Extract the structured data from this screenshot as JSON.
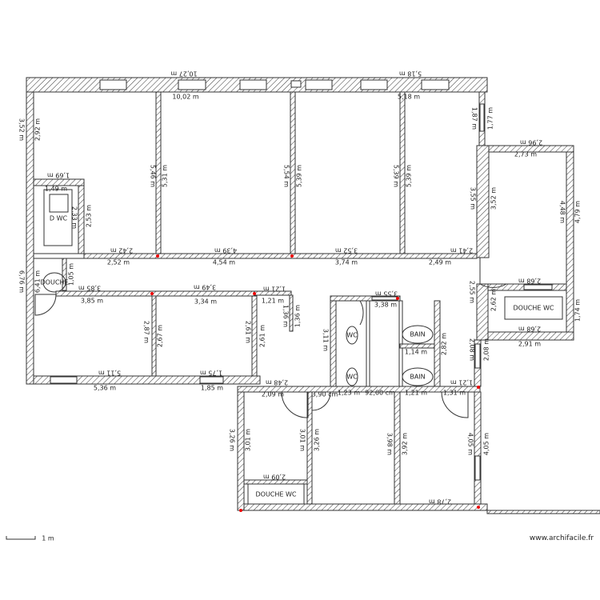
{
  "plan": {
    "dimensions": [
      "10,27 m",
      "10,02 m",
      "5,18 m",
      "5,18 m",
      "3,52 m",
      "2,92 m",
      "1,69 m",
      "1,49 m",
      "2,33 m",
      "2,53 m",
      "D WC",
      "5,46 m",
      "5,31 m",
      "5,54 m",
      "5,39 m",
      "5,39 m",
      "5,39 m",
      "2,42 m",
      "2,52 m",
      "4,39 m",
      "4,54 m",
      "3,52 m",
      "3,74 m",
      "2,41 m",
      "2,49 m",
      "1,87 m",
      "1,77 m",
      "3,55 m",
      "3,52 m",
      "2,96 m",
      "2,73 m",
      "4,48 m",
      "4,79 m",
      "6,76 m",
      "6,41 m",
      "DOUCHE",
      "1,05 m",
      "3,85 m",
      "3,85 m",
      "3,49 m",
      "3,34 m",
      "1,21 m",
      "1,21 m",
      "1,36 m",
      "1,36 m",
      "2,87 m",
      "2,67 m",
      "2,61 m",
      "2,61 m",
      "5,11 m",
      "5,36 m",
      "1,75 m",
      "1,85 m",
      "3,55 m",
      "3,38 m",
      "3,11 m",
      "WC",
      "WC",
      "BAIN",
      "BAIN",
      "2,82 m",
      "1,14 m",
      "1,23 m",
      "92,60 cm",
      "1,21 m",
      "1,31 m",
      "1,21 m",
      "2,55 m",
      "2,62 m",
      "2,68 m",
      "DOUCHE WC",
      "2,68 m",
      "2,91 m",
      "1,74 m",
      "2,08 m",
      "2,08 m",
      "2,48 m",
      "2,09 m",
      "3,90 cm",
      "3,26 m",
      "3,01 m",
      "3,01 m",
      "3,26 m",
      "2,09 m",
      "DOUCHE WC",
      "3,98 m",
      "3,92 m",
      "4,05 m",
      "4,05 m",
      "2,78 m"
    ],
    "scale_label": "1 m",
    "credit": "www.archifacile.fr",
    "wall_color": "#333333",
    "marker_color": "#ee0000"
  }
}
